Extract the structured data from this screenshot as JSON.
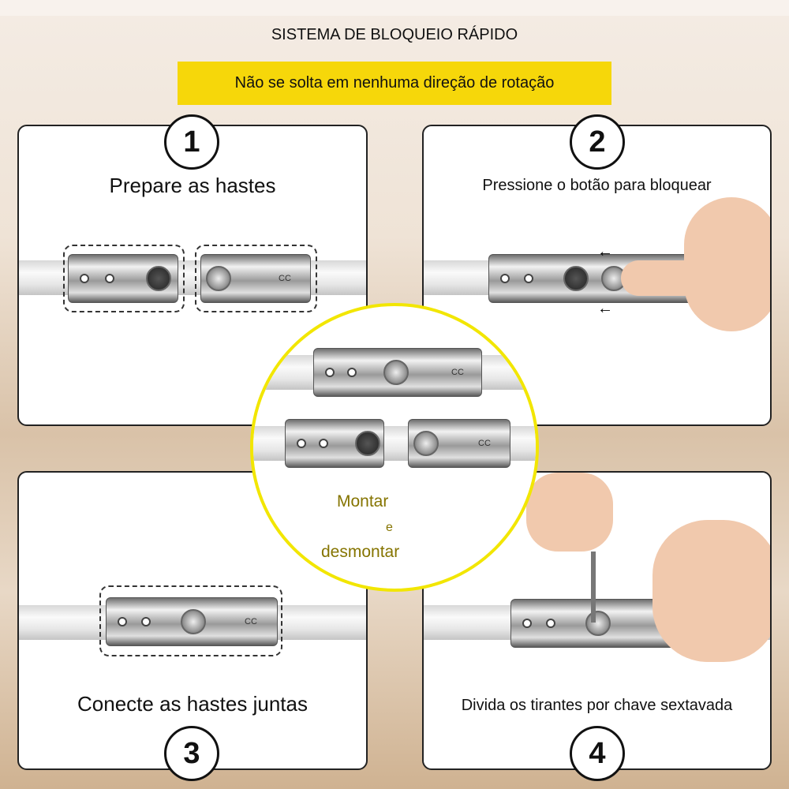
{
  "header": {
    "title": "SISTEMA DE BLOQUEIO RÁPIDO",
    "banner": "Não se solta em nenhuma direção de rotação"
  },
  "steps": [
    {
      "number": "1",
      "caption": "Prepare as hastes"
    },
    {
      "number": "2",
      "caption": "Pressione o botão para bloquear"
    },
    {
      "number": "3",
      "caption": "Conecte as hastes juntas"
    },
    {
      "number": "4",
      "caption": "Divida os tirantes por chave sextavada"
    }
  ],
  "center": {
    "line1": "Montar",
    "line2": "e",
    "line3": "desmontar"
  },
  "connector_marking": "CC",
  "colors": {
    "banner": "#f6d70a",
    "circle_border": "#f2e600",
    "center_text": "#857400"
  }
}
